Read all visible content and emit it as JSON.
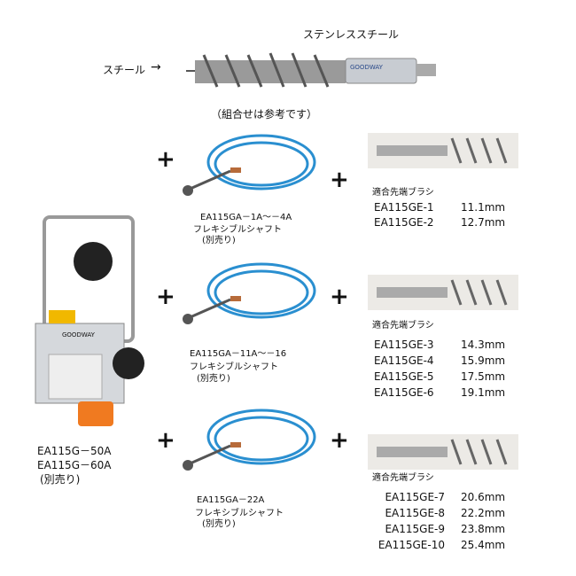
{
  "top": {
    "label_stainless": "ステンレススチール",
    "label_steel": "スチール",
    "brand": "GOODWAY",
    "note": "（組合せは参考です）"
  },
  "machine": {
    "models": [
      "EA115G－50A",
      "EA115G－60A"
    ],
    "sold_separately": "(別売り)",
    "brand": "GOODWAY"
  },
  "plus": "+",
  "groups": [
    {
      "shaft_model": "EA115GA－1A～－4A",
      "shaft_name": "フレキシブルシャフト",
      "shaft_note": "(別売り)",
      "brush_heading": "適合先端ブラシ",
      "brushes": [
        {
          "model": "EA115GE-1",
          "size": "11.1mm"
        },
        {
          "model": "EA115GE-2",
          "size": "12.7mm"
        }
      ]
    },
    {
      "shaft_model": "EA115GA－11A～－16",
      "shaft_name": "フレキシブルシャフト",
      "shaft_note": "(別売り)",
      "brush_heading": "適合先端ブラシ",
      "brushes": [
        {
          "model": "EA115GE-3",
          "size": "14.3mm"
        },
        {
          "model": "EA115GE-4",
          "size": "15.9mm"
        },
        {
          "model": "EA115GE-5",
          "size": "17.5mm"
        },
        {
          "model": "EA115GE-6",
          "size": "19.1mm"
        }
      ]
    },
    {
      "shaft_model": "EA115GA－22A",
      "shaft_name": "フレキシブルシャフト",
      "shaft_note": "(別売り)",
      "brush_heading": "適合先端ブラシ",
      "brushes": [
        {
          "model": "EA115GE-7",
          "size": "20.6mm"
        },
        {
          "model": "EA115GE-8",
          "size": "22.2mm"
        },
        {
          "model": "EA115GE-9",
          "size": "23.8mm"
        },
        {
          "model": "EA115GE-10",
          "size": "25.4mm"
        }
      ]
    }
  ]
}
